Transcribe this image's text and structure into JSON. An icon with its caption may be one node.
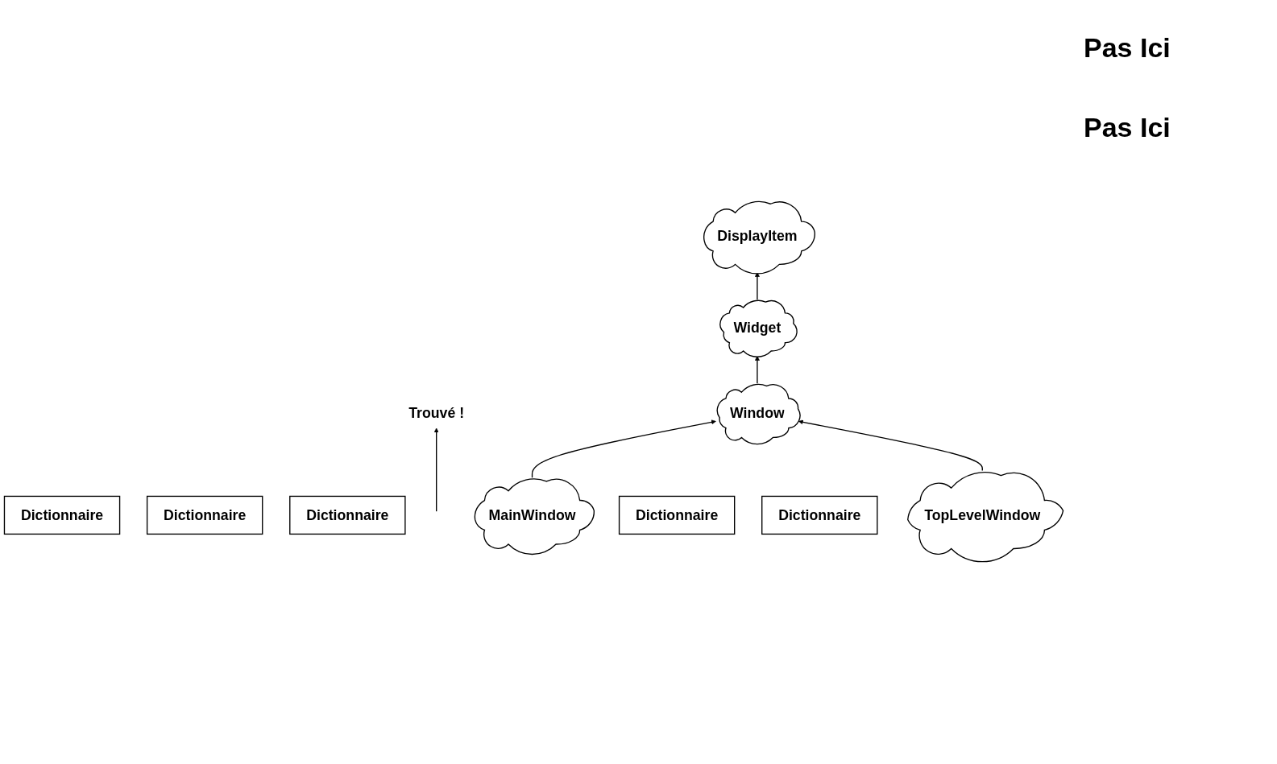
{
  "diagram": {
    "nodes": [
      {
        "text": [
          "DisplayItem"
        ]
      },
      {
        "text": [
          "Dictionnaire"
        ]
      },
      {
        "text": [
          "Widget"
        ]
      },
      {
        "text": [
          "Dictionnaire"
        ]
      },
      {
        "text": [
          "Trouvé !"
        ]
      },
      {
        "text": [
          "Window"
        ]
      },
      {
        "text": [
          "Dictionnaire"
        ]
      },
      {
        "text": [
          "MainWindow"
        ]
      },
      {
        "text": [
          "TopLevelWindow"
        ]
      },
      {
        "text": [
          "Dictionnaire"
        ]
      },
      {
        "text": [
          "Dictionnaire"
        ]
      }
    ],
    "edges": [
      {
        "from": 2,
        "to": 0,
        "arrow": "to"
      },
      {
        "from": 5,
        "to": 2,
        "arrow": "to"
      },
      {
        "from": 7,
        "to": 5,
        "arrow": "to"
      },
      {
        "from": 8,
        "to": 5,
        "arrow": "to"
      },
      {
        "from": null,
        "to": 4,
        "arrow": "to"
      }
    ],
    "labels": [
      "Pas Ici",
      "Pas Ici"
    ]
  }
}
